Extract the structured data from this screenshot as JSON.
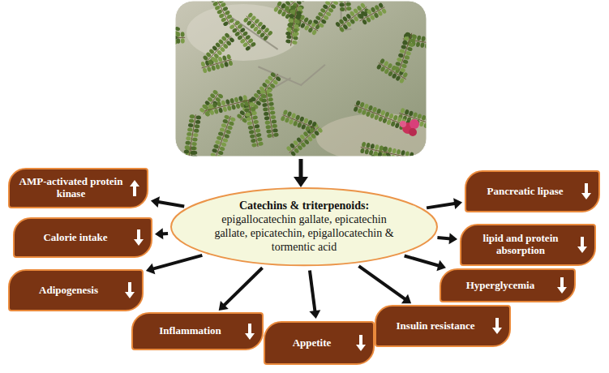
{
  "diagram": {
    "nodes": [
      {
        "text": [
          "Catechins & triterpenoids:",
          "epigallocatechin gallate, epicatechin gallate, epicatechin, epigallocatechin & tormentic acid"
        ]
      },
      {
        "text": [
          "AMP-activated protein kinase"
        ]
      },
      {
        "text": [
          "Calorie intake"
        ]
      },
      {
        "text": [
          "Adipogenesis"
        ]
      },
      {
        "text": [
          "Inflammation"
        ]
      },
      {
        "text": [
          "Appetite"
        ]
      },
      {
        "text": [
          "Insulin resistance"
        ]
      },
      {
        "text": [
          "Hyperglycemia"
        ]
      },
      {
        "text": [
          "lipid and protein absorption"
        ]
      },
      {
        "text": [
          "Pancreatic lipase"
        ]
      }
    ],
    "edges": [
      {
        "from": 0,
        "to": 1,
        "arrow": "to"
      },
      {
        "from": 0,
        "to": 2,
        "arrow": "to"
      },
      {
        "from": 0,
        "to": 3,
        "arrow": "to"
      },
      {
        "from": 0,
        "to": 4,
        "arrow": "to"
      },
      {
        "from": 0,
        "to": 5,
        "arrow": "to"
      },
      {
        "from": 0,
        "to": 6,
        "arrow": "to"
      },
      {
        "from": 0,
        "to": 7,
        "arrow": "to"
      },
      {
        "from": 0,
        "to": 8,
        "arrow": "to"
      },
      {
        "from": 0,
        "to": 9,
        "arrow": "to"
      }
    ]
  }
}
